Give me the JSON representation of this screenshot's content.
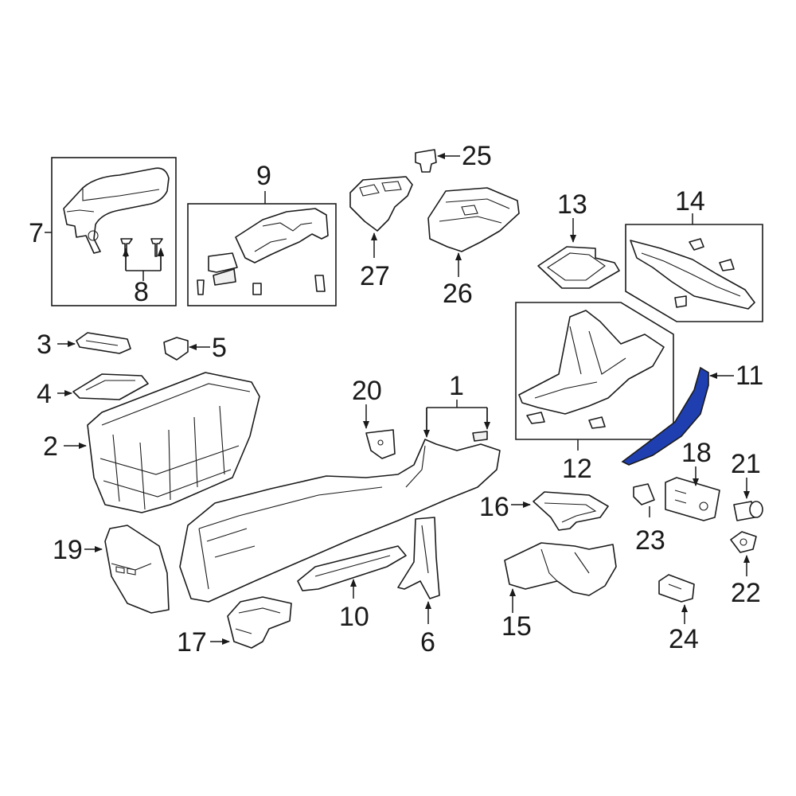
{
  "callouts": {
    "c1": "1",
    "c2": "2",
    "c3": "3",
    "c4": "4",
    "c5": "5",
    "c6": "6",
    "c7": "7",
    "c8": "8",
    "c9": "9",
    "c10": "10",
    "c11": "11",
    "c12": "12",
    "c13": "13",
    "c14": "14",
    "c15": "15",
    "c16": "16",
    "c17": "17",
    "c18": "18",
    "c19": "19",
    "c20": "20",
    "c21": "21",
    "c22": "22",
    "c23": "23",
    "c24": "24",
    "c25": "25",
    "c26": "26",
    "c27": "27"
  },
  "colors": {
    "line": "#1a1a1a",
    "highlight": "#1f3fb0",
    "background": "#ffffff"
  },
  "highlighted_part": "11"
}
